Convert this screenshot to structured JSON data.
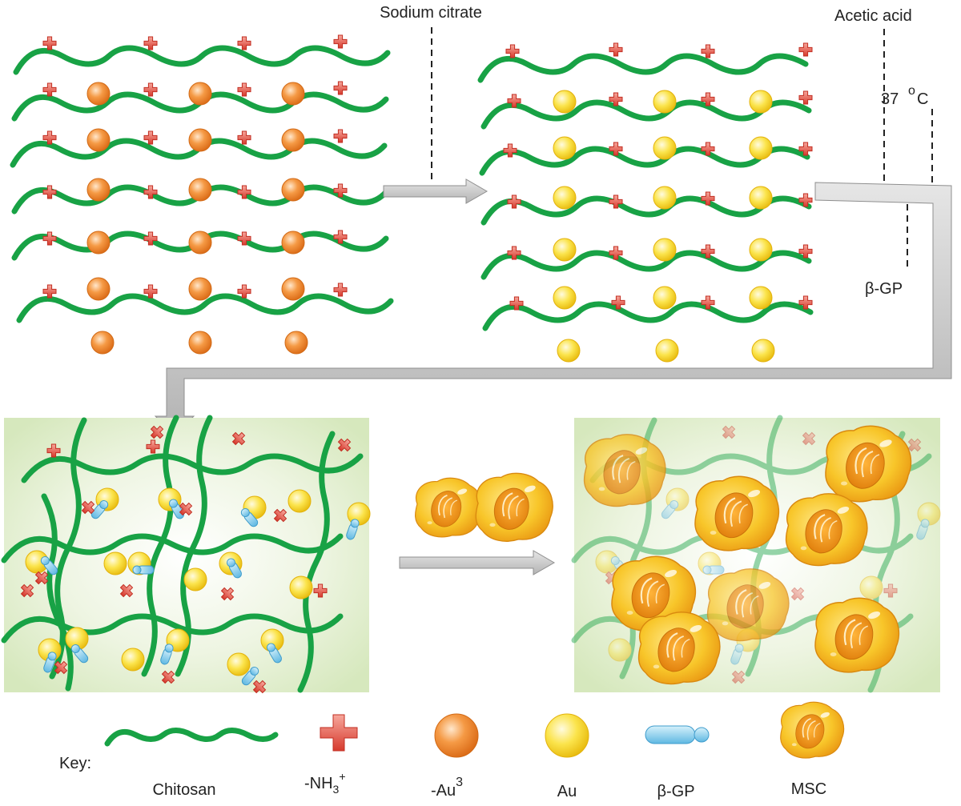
{
  "labels": {
    "sodium_citrate": "Sodium citrate",
    "acetic_acid": "Acetic acid",
    "temperature_value": "37",
    "temperature_degree": "o",
    "temperature_unit": "C",
    "beta_gp": "β-GP"
  },
  "key": {
    "title": "Key:",
    "items": [
      {
        "name": "chitosan",
        "label": "Chitosan"
      },
      {
        "name": "nh3",
        "label": "-NH",
        "sub": "3",
        "sup": "+"
      },
      {
        "name": "au3",
        "label": "-Au",
        "sup": "3"
      },
      {
        "name": "au",
        "label": "Au"
      },
      {
        "name": "beta-gp",
        "label": "β-GP"
      },
      {
        "name": "msc",
        "label": "MSC"
      }
    ]
  },
  "colors": {
    "chitosan": "#18a245",
    "plus": "#e0473a",
    "au3": "#f08a2c",
    "au": "#f6d51b",
    "beta_gp": "#7ccbeb",
    "msc": "#f7b81c",
    "arrow": "#c9c9c9",
    "gel_background": "#dcebc4"
  }
}
